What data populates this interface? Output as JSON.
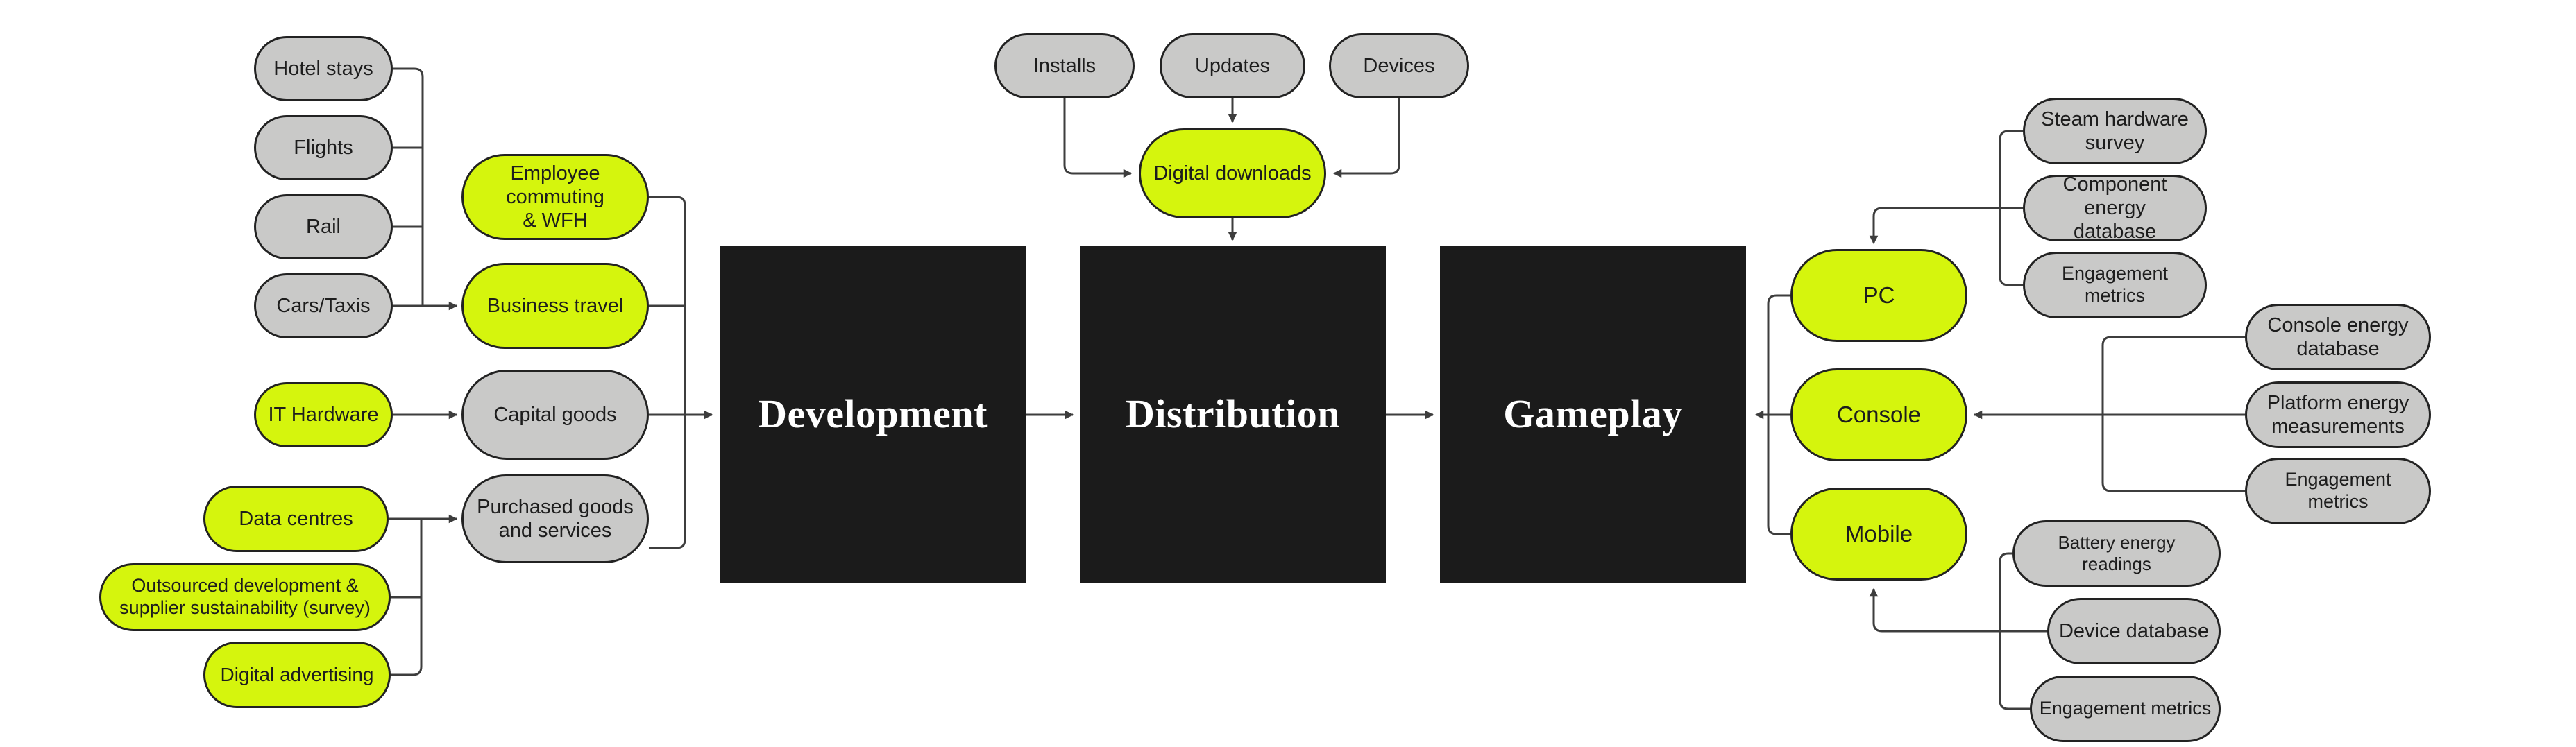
{
  "diagram": {
    "description": "Game lifecycle carbon footprint flow diagram",
    "stages": [
      "Development",
      "Distribution",
      "Gameplay"
    ],
    "colors": {
      "background": "#ffffff",
      "pill_gray": "#c9c9c8",
      "pill_green": "#d5f50d",
      "pill_border": "#222222",
      "stage_black": "#1b1b1b",
      "stage_text": "#ffffff",
      "connector": "#3d3d3d",
      "text": "#1d1d1d"
    }
  },
  "nodes": [
    {
      "id": "hotel-stays",
      "label": "Hotel stays"
    },
    {
      "id": "flights",
      "label": "Flights"
    },
    {
      "id": "rail",
      "label": "Rail"
    },
    {
      "id": "cars-taxis",
      "label": "Cars/Taxis"
    },
    {
      "id": "employee-commuting",
      "label": "Employee commuting\n& WFH"
    },
    {
      "id": "business-travel",
      "label": "Business travel"
    },
    {
      "id": "it-hardware",
      "label": "IT Hardware"
    },
    {
      "id": "capital-goods",
      "label": "Capital goods"
    },
    {
      "id": "purchased-goods",
      "label": "Purchased goods\nand services"
    },
    {
      "id": "data-centres",
      "label": "Data centres"
    },
    {
      "id": "outsourced-development",
      "label": "Outsourced development &\nsupplier sustainability (survey)"
    },
    {
      "id": "digital-advertising",
      "label": "Digital advertising"
    },
    {
      "id": "installs",
      "label": "Installs"
    },
    {
      "id": "updates",
      "label": "Updates"
    },
    {
      "id": "devices",
      "label": "Devices"
    },
    {
      "id": "digital-downloads",
      "label": "Digital downloads"
    },
    {
      "id": "development",
      "label": "Development"
    },
    {
      "id": "distribution",
      "label": "Distribution"
    },
    {
      "id": "gameplay",
      "label": "Gameplay"
    },
    {
      "id": "pc",
      "label": "PC"
    },
    {
      "id": "console",
      "label": "Console"
    },
    {
      "id": "mobile",
      "label": "Mobile"
    },
    {
      "id": "steam-hardware-survey",
      "label": "Steam hardware\nsurvey"
    },
    {
      "id": "component-energy-database",
      "label": "Component energy\ndatabase"
    },
    {
      "id": "engagement-metrics-pc",
      "label": "Engagement metrics"
    },
    {
      "id": "console-energy-database",
      "label": "Console energy\ndatabase"
    },
    {
      "id": "platform-energy-measurements",
      "label": "Platform energy\nmeasurements"
    },
    {
      "id": "engagement-metrics-console",
      "label": "Engagement metrics"
    },
    {
      "id": "battery-energy-readings",
      "label": "Battery energy readings"
    },
    {
      "id": "device-database",
      "label": "Device database"
    },
    {
      "id": "engagement-metrics-mobile",
      "label": "Engagement metrics"
    }
  ]
}
